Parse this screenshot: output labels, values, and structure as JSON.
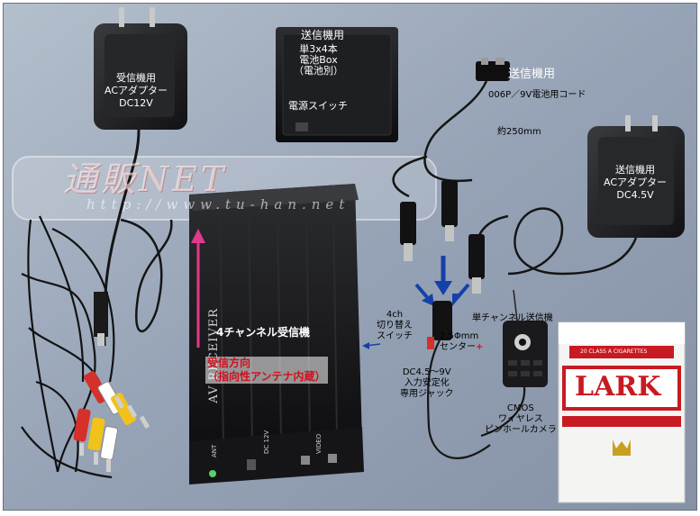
{
  "scene": {
    "watermark": {
      "main": "通販NET",
      "url": "http://www.tu-han.net"
    },
    "labels": {
      "ac_rx": "受信機用\nACアダプター\nDC12V",
      "tx_title": "送信機用",
      "battery_box": "単3x4本\n電池Box\n（電池別）",
      "power_switch": "電源スイッチ",
      "tx_cord_title": "送信機用",
      "cord_006p": "006P／9V電池用コード",
      "cord_len": "約250mm",
      "ac_tx": "送信機用\nACアダプター\nDC4.5V",
      "device_text": "AV RECEIVER",
      "receiver_name": "4チャンネル受信機",
      "switch_4ch": "4ch\n切り替え\nスイッチ",
      "direction": "受信方向\n（指向性アンテナ内蔵）",
      "single_tx": "単チャンネル送信機",
      "plug_spec": "2.5Φmm",
      "plug_center": "センター",
      "plug_plus": "+",
      "jack": "DC4.5～9V\n入力安定化\n専用ジャック",
      "camera": "CMOS\nワイヤレス\nピンホールカメラ",
      "lark": "LARK",
      "cig_tag": "20 CLASS A CIGARETTES",
      "side_12v": "DC 12V",
      "side_video": "VIDEO",
      "side_ant": "ANT"
    },
    "colors": {
      "background": "#9aa7ba",
      "device": "#1b1c1e",
      "label_red": "#d0101e",
      "arrow_blue": "#1440a8",
      "arrow_pink": "#e03a8a"
    }
  }
}
